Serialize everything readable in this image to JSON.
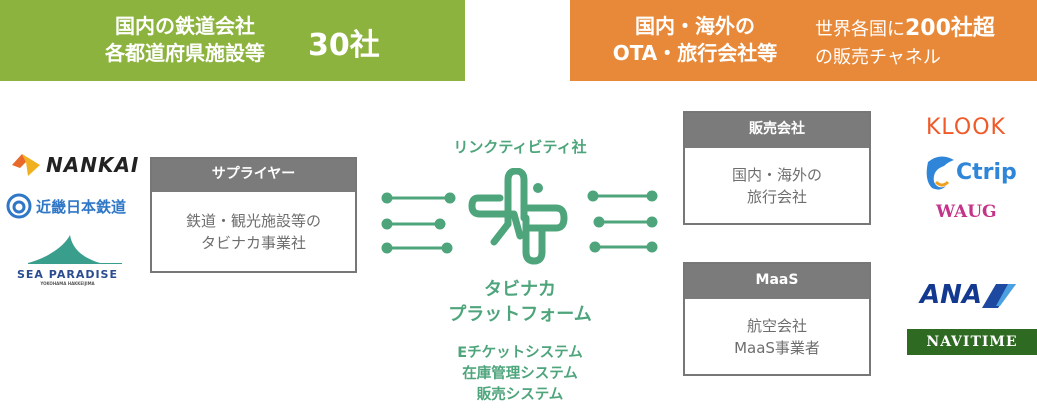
{
  "banners": {
    "left": {
      "line1": "国内の鉄道会社",
      "line2": "各都道府県施設等",
      "count": "30社"
    },
    "right": {
      "line1": "国内・海外の",
      "line2": "OTA・旅行会社等",
      "sub_prefix": "世界各国に",
      "sub_count": "200社超",
      "sub_line2": "の販売チャネル"
    }
  },
  "supplier": {
    "header": "サプライヤー",
    "line1": "鉄道・観光施設等の",
    "line2": "タビナカ事業社"
  },
  "supplier_logos": [
    "NANKAI",
    "近畿日本鉄道",
    "SEA PARADISE",
    "YOKOHAMA HAKKEIJIMA"
  ],
  "platform": {
    "company": "リンクティビティ社",
    "name_line1": "タビナカ",
    "name_line2": "プラットフォーム",
    "systems": [
      "Eチケットシステム",
      "在庫管理システム",
      "販売システム"
    ]
  },
  "sales": {
    "header": "販売会社",
    "line1": "国内・海外の",
    "line2": "旅行会社"
  },
  "maas": {
    "header": "MaaS",
    "line1": "航空会社",
    "line2": "MaaS事業者"
  },
  "sales_logos": [
    "KLOOK",
    "Ctrip",
    "WAUG"
  ],
  "maas_logos": [
    "ANA",
    "NAVITIME"
  ],
  "colors": {
    "green_banner": "#8db33f",
    "orange_banner": "#e8893a",
    "platform_green": "#4ea57c",
    "box_header": "#7b7b7b"
  }
}
